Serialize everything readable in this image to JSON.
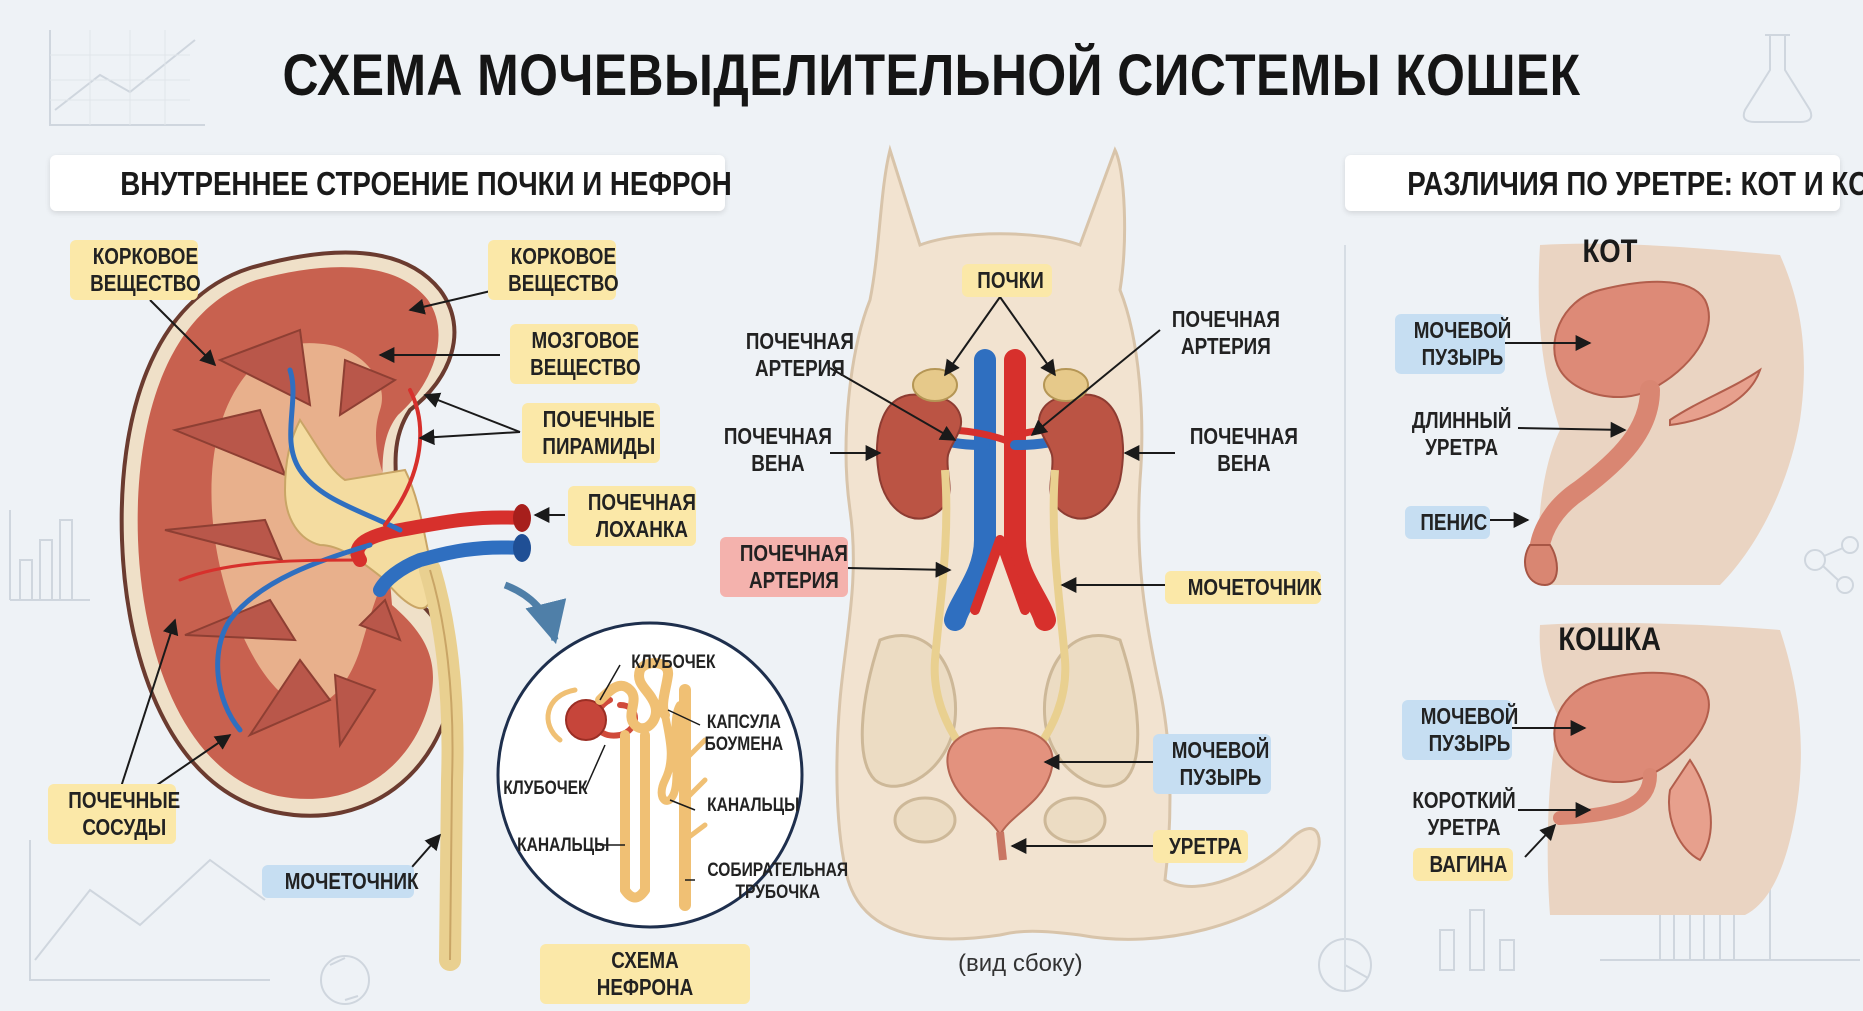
{
  "title": "СХЕМА МОЧЕВЫДЕЛИТЕЛЬНОЙ СИСТЕМЫ КОШЕК",
  "left_section": {
    "title": "ВНУТРЕННЕЕ СТРОЕНИЕ ПОЧКИ И НЕФРОН",
    "labels": {
      "cortex_left": "КОРКОВОЕ\nВЕЩЕСТВО",
      "cortex_right": "КОРКОВОЕ\nВЕЩЕСТВО",
      "medulla": "МОЗГОВОЕ\nВЕЩЕСТВО",
      "pyramids": "ПОЧЕЧНЫЕ\nПИРАМИДЫ",
      "pelvis": "ПОЧЕЧНАЯ\nЛОХАНКА",
      "vessels": "ПОЧЕЧНЫЕ\nСОСУДЫ",
      "ureter": "МОЧЕТОЧНИК"
    },
    "nephron": {
      "caption": "СХЕМА НЕФРОНА",
      "labels": {
        "glomerulus_top": "КЛУБОЧЕК",
        "glomerulus_left": "КЛУБОЧЕК",
        "capsule": "КАПСУЛА\nБОУМЕНА",
        "tubules_right": "КАНАЛЬЦЫ",
        "tubules_left": "КАНАЛЬЦЫ",
        "collecting": "СОБИРАТЕЛЬНАЯ\nТРУБОЧКА"
      }
    }
  },
  "center_section": {
    "labels": {
      "kidneys": "ПОЧКИ",
      "artery_left": "ПОЧЕЧНАЯ\nАРТЕРИЯ",
      "artery_right": "ПОЧЕЧНАЯ\nАРТЕРИЯ",
      "vein_left": "ПОЧЕЧНАЯ\nВЕНА",
      "vein_right": "ПОЧЕЧНАЯ\nВЕНА",
      "artery_red": "ПОЧЕЧНАЯ\nАРТЕРИЯ",
      "ureter": "МОЧЕТОЧНИК",
      "bladder": "МОЧЕВОЙ\nПУЗЫРЬ",
      "urethra": "УРЕТРА"
    },
    "caption": "(вид сбоку)"
  },
  "right_section": {
    "title": "РАЗЛИЧИЯ ПО УРЕТРЕ: КОТ И КОШКА",
    "male": {
      "heading": "КОТ",
      "bladder": "МОЧЕВОЙ\nПУЗЫРЬ",
      "urethra": "ДЛИННЫЙ\nУРЕТРА",
      "penis": "ПЕНИС"
    },
    "female": {
      "heading": "КОШКА",
      "bladder": "МОЧЕВОЙ\nПУЗЫРЬ",
      "urethra": "КОРОТКИЙ\nУРЕТРА",
      "vagina": "ВАГИНА"
    }
  },
  "colors": {
    "background": "#eef2f6",
    "kidney_cortex": "#c8614f",
    "pyramid": "#b9574a",
    "pelvis": "#f4dca0",
    "artery": "#d7302c",
    "vein": "#2f6fc0",
    "label_yellow": "#fbe8a8",
    "label_blue": "#c6def2",
    "label_red": "#f4b2ad",
    "cat_body": "#f2e3d0",
    "bladder": "#e3927e"
  }
}
